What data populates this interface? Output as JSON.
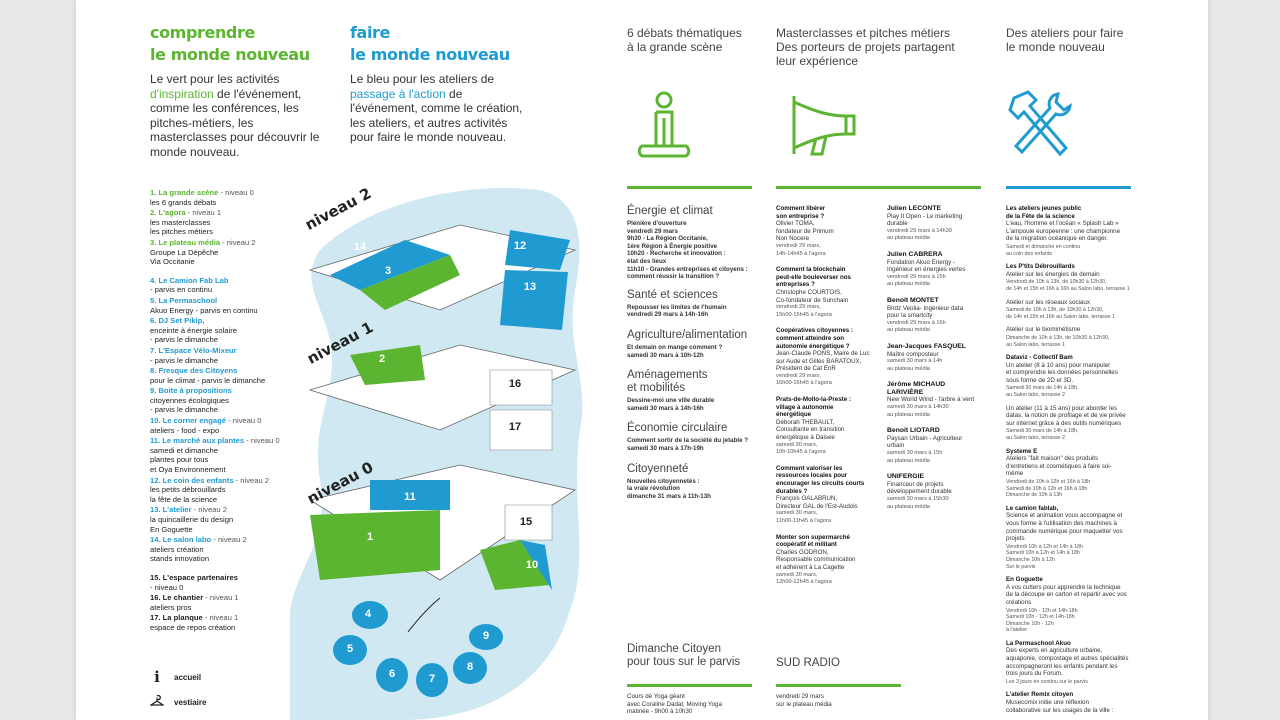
{
  "colors": {
    "green": "#5cb531",
    "blue": "#1f9bd1",
    "map_water": "#cfe8f2"
  },
  "intro": {
    "left_title_1": "comprendre",
    "left_title_2": "le monde nouveau",
    "left_text_pre": "Le vert pour les activités",
    "left_text_hl": "d'inspiration",
    "left_text_post": "de l'événement, comme les conférences, les pitches-métiers, les masterclasses pour découvrir le monde nouveau.",
    "right_title_1": "faire",
    "right_title_2": "le monde nouveau",
    "right_text_pre": "Le bleu pour les ateliers de",
    "right_text_hl": "passage à l'action",
    "right_text_post": "de l'événement, comme le création, les ateliers, et autres activités pour faire le monde nouveau."
  },
  "legend": {
    "items": [
      {
        "n": "1. La grande scène",
        "lvl": " - niveau 0",
        "d": "les 6 grands débats",
        "c": "g"
      },
      {
        "n": "2. L'agora",
        "lvl": " - niveau 1",
        "d": "les masterclasses\nles pitches métiers",
        "c": "g"
      },
      {
        "n": "3. Le plateau média",
        "lvl": " - niveau 2",
        "d": "Groupe La Dépêche\nVia Occitanie",
        "c": "g"
      },
      {
        "n": "4. Le Camion Fab Lab",
        "lvl": "",
        "d": "- parvis en continu",
        "c": "b"
      },
      {
        "n": "5. La Permaschool",
        "lvl": "",
        "d": "Akuo Energy - parvis en continu",
        "c": "b"
      },
      {
        "n": "6. DJ Set Pikip,",
        "lvl": "",
        "d": "enceinte à énergie solaire\n- parvis le dimanche",
        "c": "b"
      },
      {
        "n": "7. L'Espace Vélo-Mixeur",
        "lvl": "",
        "d": "- parvis le dimanche",
        "c": "b"
      },
      {
        "n": "8. Fresque des Citoyens",
        "lvl": "",
        "d": "pour le climat - parvis le dimanche",
        "c": "b"
      },
      {
        "n": "9. Boite à propositions",
        "lvl": "",
        "d": "citoyennes écologiques\n- parvis le dimanche",
        "c": "b"
      },
      {
        "n": "10. Le corner engagé",
        "lvl": " - niveau 0",
        "d": "ateliers - food - expo",
        "c": "b"
      },
      {
        "n": "11. Le marché aux plantes",
        "lvl": " - niveau 0",
        "d": "samedi et dimanche\nplantes pour tous\net Oya Environnement",
        "c": "b"
      },
      {
        "n": "12. Le coin des enfants",
        "lvl": " - niveau 2",
        "d": "les petits débrouillards\nla fête de la science",
        "c": "b"
      },
      {
        "n": "13. L'atelier",
        "lvl": " - niveau 2",
        "d": "la quincaillerie du design\nEn Goguette",
        "c": "b"
      },
      {
        "n": "14. Le salon labo",
        "lvl": " - niveau 2",
        "d": "ateliers création\nstands innovation",
        "c": "b"
      },
      {
        "n": "15. L'espace partenaires",
        "lvl": "",
        "d": "- niveau 0",
        "c": "k"
      },
      {
        "n": "16. Le chantier",
        "lvl": " - niveau 1",
        "d": "ateliers pros",
        "c": "k"
      },
      {
        "n": "17. La planque",
        "lvl": " - niveau 1",
        "d": "espace de repos création",
        "c": "k"
      }
    ],
    "icon_labels": [
      "accueil",
      "vestiaire"
    ]
  },
  "map": {
    "level_labels": [
      "niveau 2",
      "niveau 1",
      "niveau 0"
    ],
    "zones": [
      "14",
      "3",
      "12",
      "13",
      "2",
      "16",
      "17",
      "11",
      "1",
      "15",
      "10",
      "4",
      "5",
      "6",
      "7",
      "8",
      "9"
    ]
  },
  "columns": {
    "col1_head": "6 débats thématiques\nà la grande scène",
    "col2_head": "Masterclasses et pitches métiers\nDes porteurs de projets partagent\nleur expérience",
    "col3_head": "Des ateliers pour faire\nle monde nouveau",
    "col1_icon": "person-stage-icon",
    "col2_icon": "megaphone-icon",
    "col3_icon": "tools-icon"
  },
  "debates": [
    {
      "title": "Énergie et climat",
      "body": "Plénière d'ouverture\nvendredi 29 mars\n9h30 - La Région Occitanie,\n1ère Région à Énergie positive\n10h20 - Recherche et innovation :\nétat des lieux\n11h10 - Grandes entreprises et citoyens :\ncomment réussir la transition ?"
    },
    {
      "title": "Santé et sciences",
      "body": "Repousser les limites de l'humain\nvendredi 29 mars à 14h-16h"
    },
    {
      "title": "Agriculture/alimentation",
      "body": "Et demain on mange comment ?\nsamedi 30 mars à 10h-12h"
    },
    {
      "title": "Aménagements\net mobilités",
      "body": "Dessine-moi une ville durable\nsamedi 30 mars à 14h-16h"
    },
    {
      "title": "Économie circulaire",
      "body": "Comment sortir de la société du jetable ?\nsamedi 30 mars à 17h-19h"
    },
    {
      "title": "Citoyenneté",
      "body": "Nouvelles citoyennetés :\nla vraie révolution\ndimanche 31 mars à 11h-13h"
    }
  ],
  "sunday": {
    "title": "Dimanche Citoyen\npour tous sur le parvis",
    "body": "Cours de Yoga géant\navec Coraline Dadat, Moving Yoga\nmatinée - 9h00 à 10h30"
  },
  "radio": {
    "title": "SUD RADIO",
    "body": "vendredi 29 mars\nsur le plateau média"
  },
  "masterclasses": [
    {
      "t": "Comment libérer\nson entreprise ?",
      "p": "Olivier TOMA,\nfondateur de Primum\nNon Nocere",
      "d": "vendredi 29 mars,\n14h-14h45 à l'agora"
    },
    {
      "t": "Comment la blockchain\npeut-elle bouleverser nos\nentreprises ?",
      "p": "Christophe COURTOIS,\nCo-fondateur de Sunchain",
      "d": "vendredi 29 mars,\n15h00-15h45 à l'agora"
    },
    {
      "t": "Coopératives citoyennes :\ncomment atteindre son\nautonomie énergétique ?",
      "p": "Jean-Claude PONS, Maire de Luc\nsur Aude et Gilles BARATOUX,\nPrésident de Cat EnR",
      "d": "vendredi 29 mars,\n16h00-16h45 à l'agora"
    },
    {
      "t": "Prats-de-Mollo-la-Preste :\nvillage à autonomie\nénergétique",
      "p": "Déborah THEBAULT,\nConsultante en transition\nénergétique à Daisee",
      "d": "samedi 30 mars,\n10h-10h45 à l'agora"
    },
    {
      "t": "Comment valoriser les\nressources locales pour\nencourager les circuits courts\ndurables ?",
      "p": "François GALABRUN,\nDirecteur GAL de l'Est-Audois",
      "d": "samedi 30 mars,\n11h00-11h45 à l'agora"
    },
    {
      "t": "Monter son supermarché\ncoopératif et militant",
      "p": "Charles GODRON,\nResponsable communication\net adhérent à La Cagette",
      "d": "samedi 30 mars,\n12h00-12h45 à l'agora"
    }
  ],
  "pitches": [
    {
      "n": "Julien LECONTE",
      "r": "Play It Open - Le marketing\ndurable",
      "d": "vendredi 29 mars à 14h30\nau plateau média"
    },
    {
      "n": "Julien CABRERA",
      "r": "Fondation Akuo Energy -\nIngénieur en énergies vertes",
      "d": "vendredi 29 mars à 15h\nau plateau média"
    },
    {
      "n": "Benoît MONTET",
      "r": "Birdz Veolia- Ingénieur data\npour la smartcity",
      "d": "vendredi 29 mars à 16h\nau plateau média"
    },
    {
      "n": "Jean-Jacques FASQUEL",
      "r": "Maître composteur",
      "d": "samedi 30 mars à 14h\nau plateau média"
    },
    {
      "n": "Jérôme MICHAUD\nLARIVIÈRE",
      "r": "New World Wind - l'arbre à vent",
      "d": "samedi 30 mars à 14h30\nau plateau média"
    },
    {
      "n": "Benoît LIOTARD",
      "r": "Paysan Urbain - Agriculteur\nurbain",
      "d": "samedi 30 mars à 15h\nau plateau média"
    },
    {
      "n": "UNIFERGIE",
      "r": "Financeur de projets\ndéveloppement durable",
      "d": "samedi 30 mars à 15h30\nau plateau média"
    }
  ],
  "ateliers": [
    {
      "t": "Les ateliers jeunes public\nde la Fête de la science",
      "b": "L'eau, l'homme et l'océan « Splash Lab »\nL'ampoule européenne : une championne\nde la migration océanique en danger.",
      "d": "Samedi et dimanche en continu\nau coin des enfants"
    },
    {
      "t": "Les P'tits Débrouillards",
      "b": "Atelier sur les énergies de demain",
      "d": "Vendredi de 10h à 13h, de 10h30 à 12h30,\nde 14h et 15h et 16h à 16h au Salon labo, terrasse 1"
    },
    {
      "t": "",
      "b": "Atelier sur les réseaux sociaux",
      "d": "Samedi de 10h à 13h, de 10h30 à 12h30,\nde 14h et 15h et 16h au Salon labo, terrasse 1"
    },
    {
      "t": "",
      "b": "Atelier sur le biomimétisme",
      "d": "Dimanche de 10h à 13h, de 10h30 à 12h30,\nau Salon labo, terrasse 1"
    },
    {
      "t": "Dataviz - Collectif Bam",
      "b": "Un atelier (8 à 10 ans) pour manipuler\net comprendre les données personnelles\nsous forme de 2D et 3D.",
      "d": "Samedi 30 mars de 14h à 18h,\nau Salon labo, terrasse 2"
    },
    {
      "t": "",
      "b": "Un atelier (11 à 15 ans) pour aborder les\ndatas, la notion de profilage et de vie privée\nsur internet grâce à des outils numériques",
      "d": "Samedi 30 mars de 14h à 18h,\nau Salon labo, terrasse 2"
    },
    {
      "t": "Systeme E",
      "b": "Ateliers \"fait maison\" des produits\nd'entretiens et cosmétiques à faire soi-\nmême",
      "d": "Vendredi de 10h à 12h et 16h à 18h\nSamedi de 10h à 12h et 16h à 18h\nDimanche de 10h à 13h"
    },
    {
      "t": "Le camion fablab,",
      "b": "Science et animation vous accompagne et\nvous forme à l'utilisation des machines à\ncommande numérique pour maquetter vos\nprojets",
      "d": "Vendredi 10h à 12h et 14h à 18h\nSamedi 10h à 12h et 14h à 18h\nDimanche 10h à 12h\nSur le parvis"
    },
    {
      "t": "En Goguette",
      "b": "A vos cutters pour apprendre la technique\nde la découpe en carton et repartir avec vos\ncréations",
      "d": "Vendredi 10h - 12h et 14h-18h\nSamedi 10h - 12h et 14h-18h\nDimanche 10h - 12h\nà l'atelier"
    },
    {
      "t": "La Permaschool Akuo",
      "b": "Des experts en agriculture urbaine,\naquaponie, compostage et autres spécialités\naccompagneront les enfants pendant les\ntrois jours du Forum.",
      "d": "Les 3 jours en continu sur le parvis"
    },
    {
      "t": "L'atelier Remix citoyen",
      "b": "Musecomix initie une réflexion\ncollaborative sur les usages de la ville :",
      "d": ""
    }
  ]
}
